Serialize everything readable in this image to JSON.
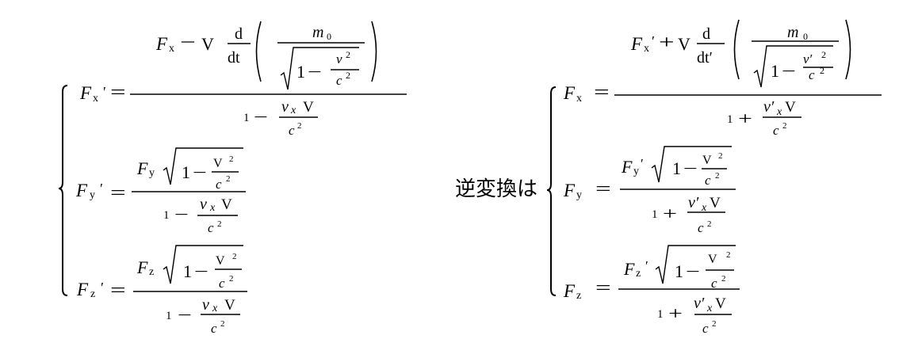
{
  "transform": {
    "equations": [
      {
        "tokens": [
          "F",
          "x",
          "′",
          "=",
          "F",
          "x",
          "−",
          "V",
          "d",
          "dt",
          "m",
          "0",
          "1",
          "−",
          "v",
          "2",
          "c",
          "2",
          "1",
          "−",
          "v",
          "x",
          "V",
          "c",
          "2"
        ]
      },
      {
        "tokens": [
          "F",
          "y",
          "′",
          "=",
          "F",
          "y",
          "1",
          "−",
          "V",
          "2",
          "c",
          "2",
          "1",
          "−",
          "v",
          "x",
          "V",
          "c",
          "2"
        ]
      },
      {
        "tokens": [
          "F",
          "z",
          "′",
          "=",
          "F",
          "z",
          "1",
          "−",
          "V",
          "2",
          "c",
          "2",
          "1",
          "−",
          "v",
          "x",
          "V",
          "c",
          "2"
        ]
      }
    ]
  },
  "inverse": {
    "label": "逆変換は",
    "equations": [
      {
        "tokens": [
          "F",
          "x",
          "=",
          "F",
          "x",
          "′",
          "+",
          "V",
          "d",
          "dt′",
          "m",
          "0",
          "1",
          "−",
          "v′",
          "2",
          "c",
          "2",
          "1",
          "+",
          "v′",
          "x",
          "V",
          "c",
          "2"
        ]
      },
      {
        "tokens": [
          "F",
          "y",
          "=",
          "F",
          "y",
          "′",
          "1",
          "−",
          "V",
          "2",
          "c",
          "2",
          "1",
          "+",
          "v′",
          "x",
          "V",
          "c",
          "2"
        ]
      },
      {
        "tokens": [
          "F",
          "z",
          "=",
          "F",
          "z",
          "′",
          "1",
          "−",
          "V",
          "2",
          "c",
          "2",
          "1",
          "+",
          "v′",
          "x",
          "V",
          "c",
          "2"
        ]
      }
    ]
  }
}
